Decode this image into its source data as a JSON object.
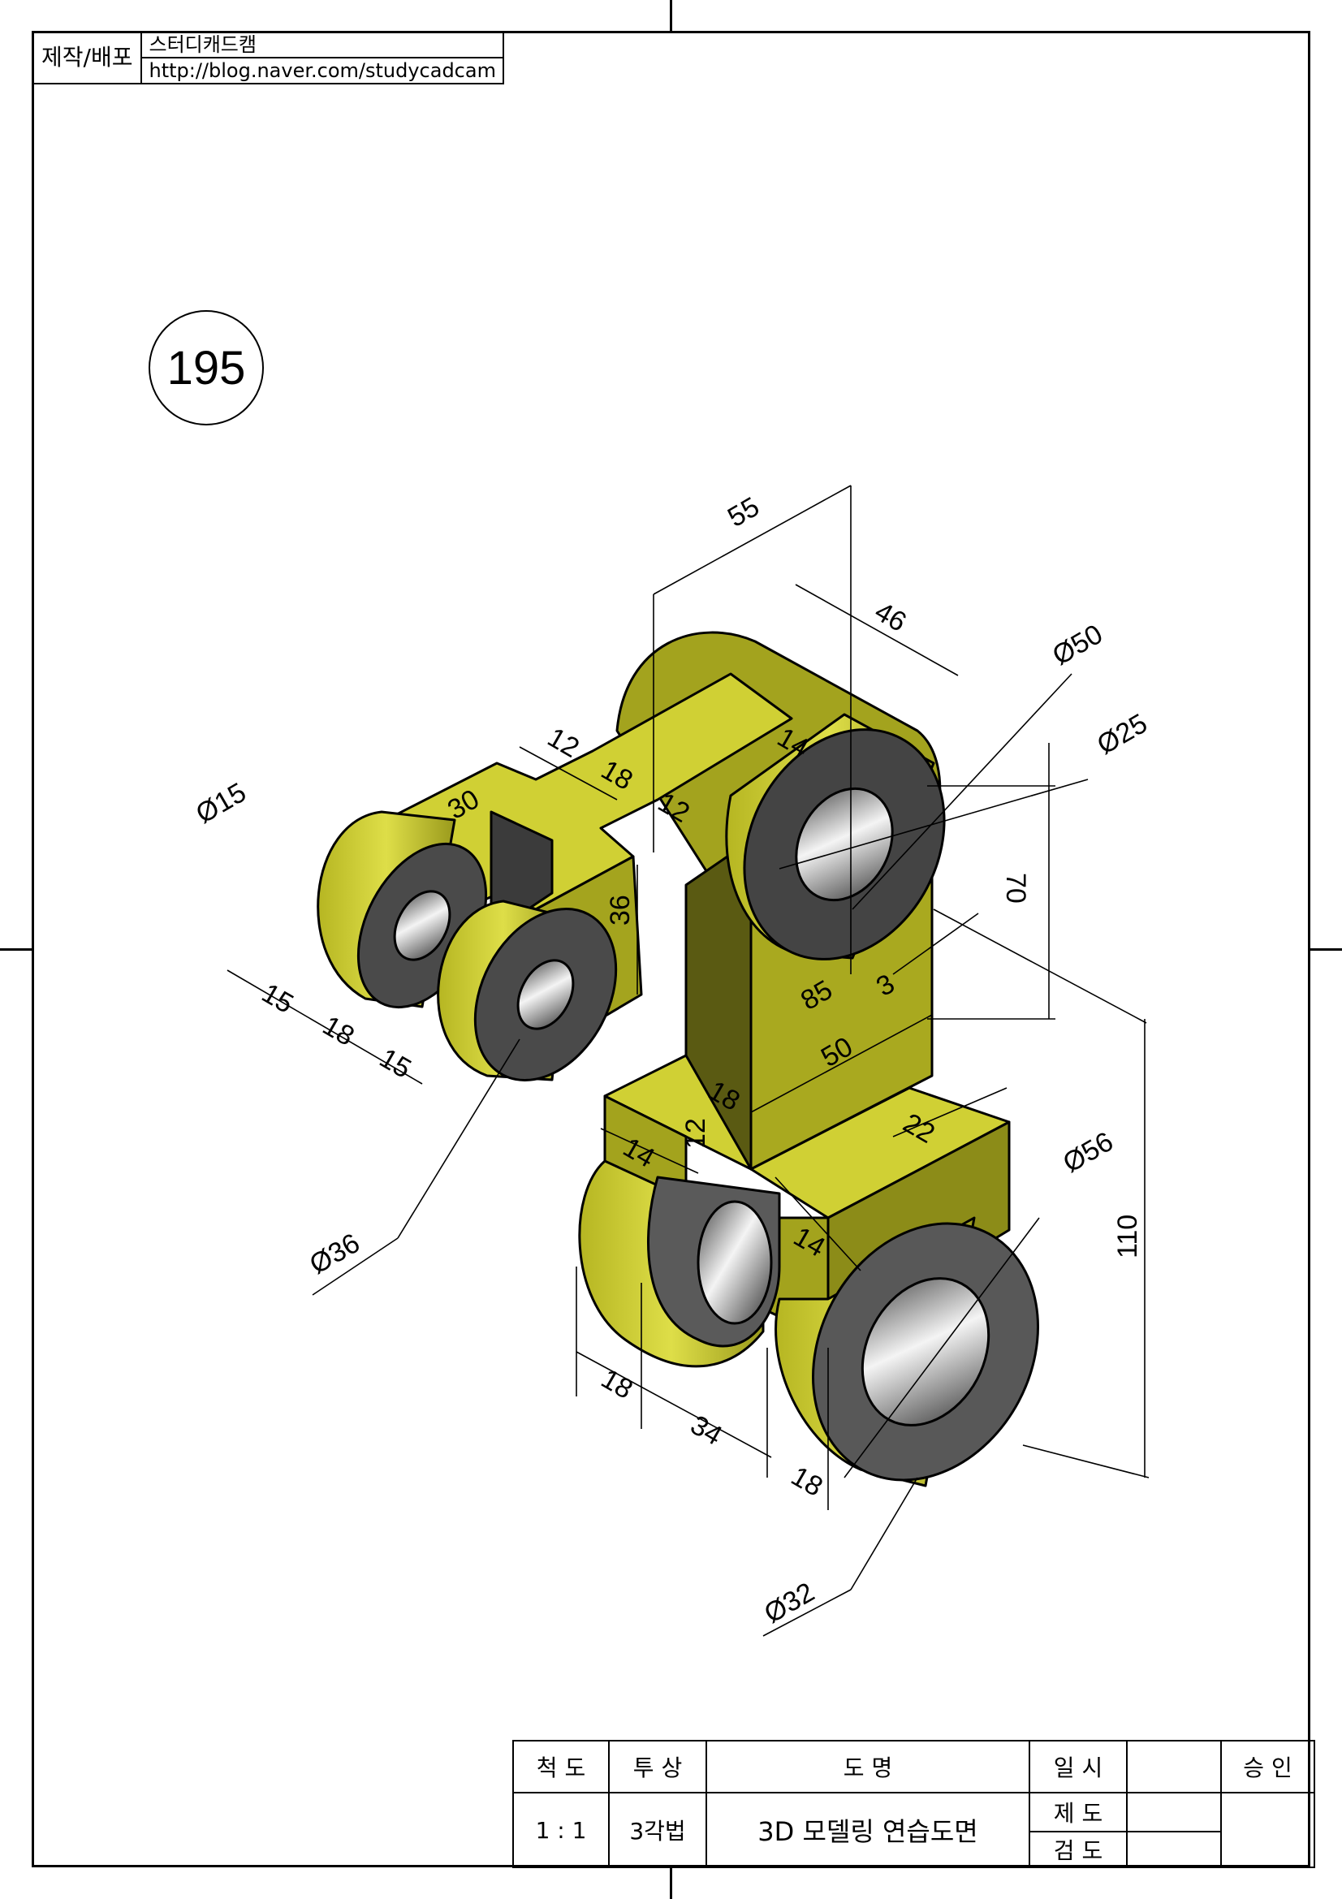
{
  "header": {
    "label": "제작/배포",
    "name": "스터디캐드캠",
    "url": "http://blog.naver.com/studycadcam"
  },
  "drawing_number": "195",
  "dimensions": {
    "d55": "55",
    "d46": "46",
    "phi50": "Ø50",
    "phi25": "Ø25",
    "d12a": "12",
    "d18a": "18",
    "d12b": "12",
    "d14a": "14",
    "d30": "30",
    "phi15": "Ø15",
    "d36": "36",
    "d70": "70",
    "d85": "85",
    "d3": "3",
    "d50": "50",
    "d18b": "18",
    "d15a": "15",
    "d18c": "18",
    "d15b": "15",
    "phi36": "Ø36",
    "d22": "22",
    "d14b": "14",
    "d12c": "12",
    "d14c": "14",
    "phi56": "Ø56",
    "d110": "110",
    "d18d": "18",
    "d34": "34",
    "d18e": "18",
    "phi32": "Ø32"
  },
  "title_block": {
    "scale_label": "척  도",
    "projection_label": "투  상",
    "title_label": "도      명",
    "date_label": "일  시",
    "approve_label": "승  인",
    "scale_value": "1 : 1",
    "projection_value": "3각법",
    "title_value": "3D 모델링 연습도면",
    "drafter_label": "제  도",
    "checker_label": "검  도"
  },
  "colors": {
    "body": "#c8c82a",
    "body_dark": "#8f8f19",
    "body_light": "#e2e255",
    "hole_face": "#555555",
    "bore": "#bdbdbd"
  }
}
